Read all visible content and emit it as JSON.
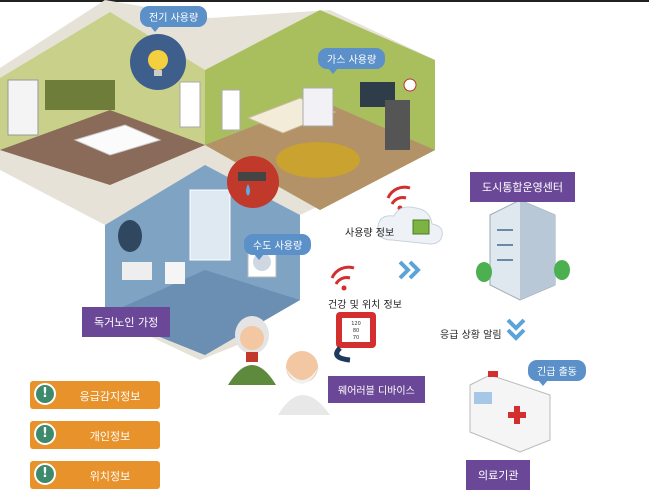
{
  "bubbles": {
    "electricity": "전기 사용량",
    "gas": "가스 사용량",
    "water": "수도 사용량",
    "emergency_dispatch": "긴급 출동"
  },
  "labels": {
    "household": "독거노인 가정",
    "city_center": "도시통합운영센터",
    "medical": "의료기관",
    "wearable": "웨어러블 디바이스"
  },
  "flow": {
    "usage_info": "사용량 정보",
    "health_location": "건강 및 위치 정보",
    "emergency_alert": "응급 상황 알림"
  },
  "device_screen": [
    "120",
    "80",
    "70"
  ],
  "legend": [
    {
      "icon": "!",
      "label": "응급감지정보"
    },
    {
      "icon": "!",
      "label": "개인정보"
    },
    {
      "icon": "!",
      "label": "위치정보"
    }
  ],
  "colors": {
    "bubble": "#5b90c9",
    "label": "#6b4797",
    "legend": "#e8922c",
    "legend_icon": "#3e8a6d"
  }
}
